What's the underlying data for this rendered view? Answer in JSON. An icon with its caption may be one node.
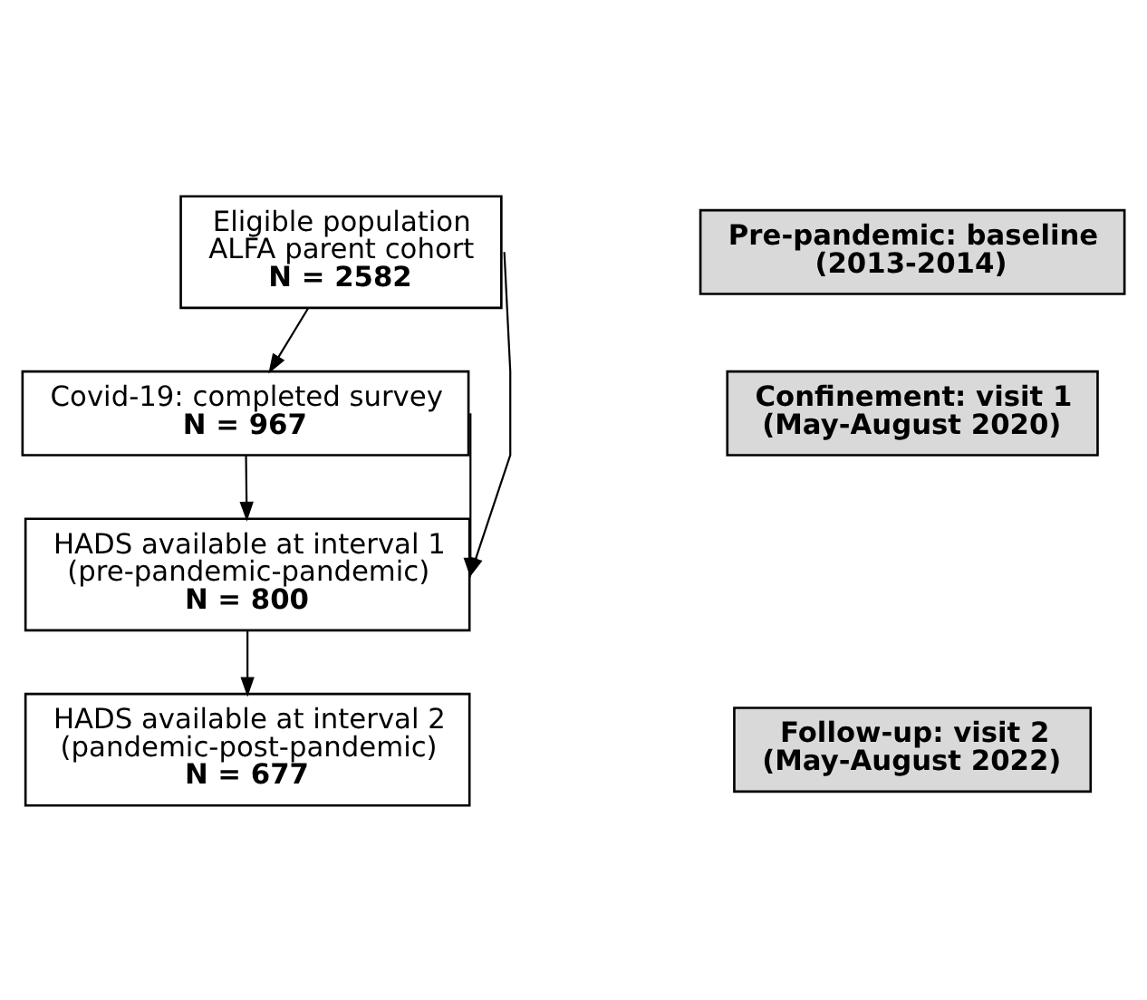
{
  "diagram": {
    "nodes": [
      {
        "text": [
          "Eligible population ALFA parent cohort",
          "N = 2582"
        ]
      },
      {
        "text": [
          "Covid-19: completed survey",
          "N = 967"
        ]
      },
      {
        "text": [
          "HADS available at interval 1 (pre-pandemic-pandemic)",
          "N = 800"
        ]
      },
      {
        "text": [
          "HADS available at interval 2 (pandemic-post-pandemic)",
          "N = 677"
        ]
      },
      {
        "text": [
          "Pre-pandemic: baseline (2013-2014)"
        ]
      },
      {
        "text": [
          "Confinement: visit 1 (May-August 2020)"
        ]
      },
      {
        "text": [
          "Follow-up: visit 2 (May-August 2022)"
        ]
      }
    ],
    "edges": [
      {
        "from": 0,
        "to": 1,
        "arrow": "to"
      },
      {
        "from": 1,
        "to": 2,
        "arrow": "to"
      },
      {
        "from": 2,
        "to": 3,
        "arrow": "to"
      },
      {
        "from": 0,
        "to": 2,
        "arrow": "to"
      },
      {
        "from": 1,
        "to": 2,
        "arrow": "to"
      }
    ]
  }
}
